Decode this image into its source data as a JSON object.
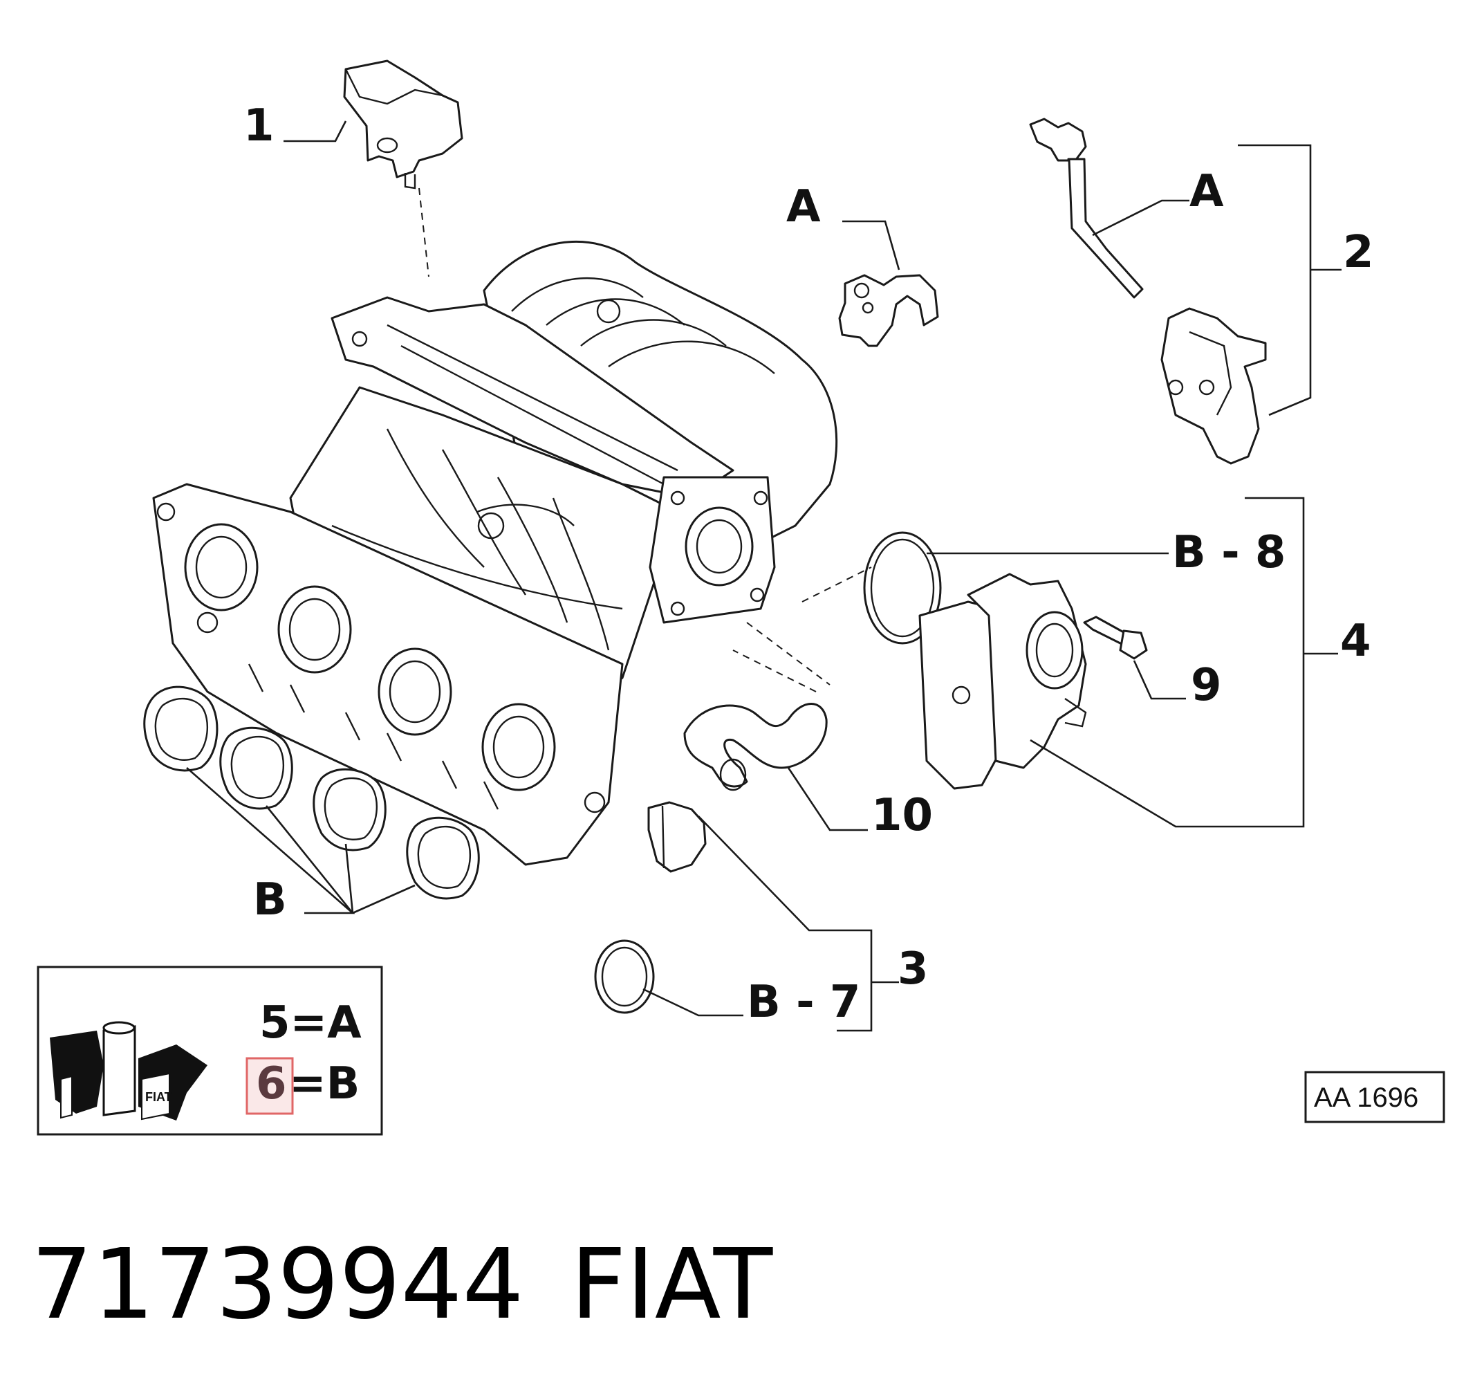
{
  "callouts": {
    "c1": "1",
    "c2": "2",
    "c3": "3",
    "c4": "4",
    "c9": "9",
    "c10": "10",
    "a_clip": "A",
    "a_hose": "A",
    "b_gaskets": "B",
    "b8": "B - 8",
    "b7": "B - 7"
  },
  "legend": {
    "line1": "5=A",
    "line2_number": "6",
    "line2_rest": "=B",
    "logo_lettering": "FIAT",
    "highlight_color": "#e06666"
  },
  "reference_code": "AA 1696",
  "part_number": "71739944",
  "brand": "FIAT"
}
